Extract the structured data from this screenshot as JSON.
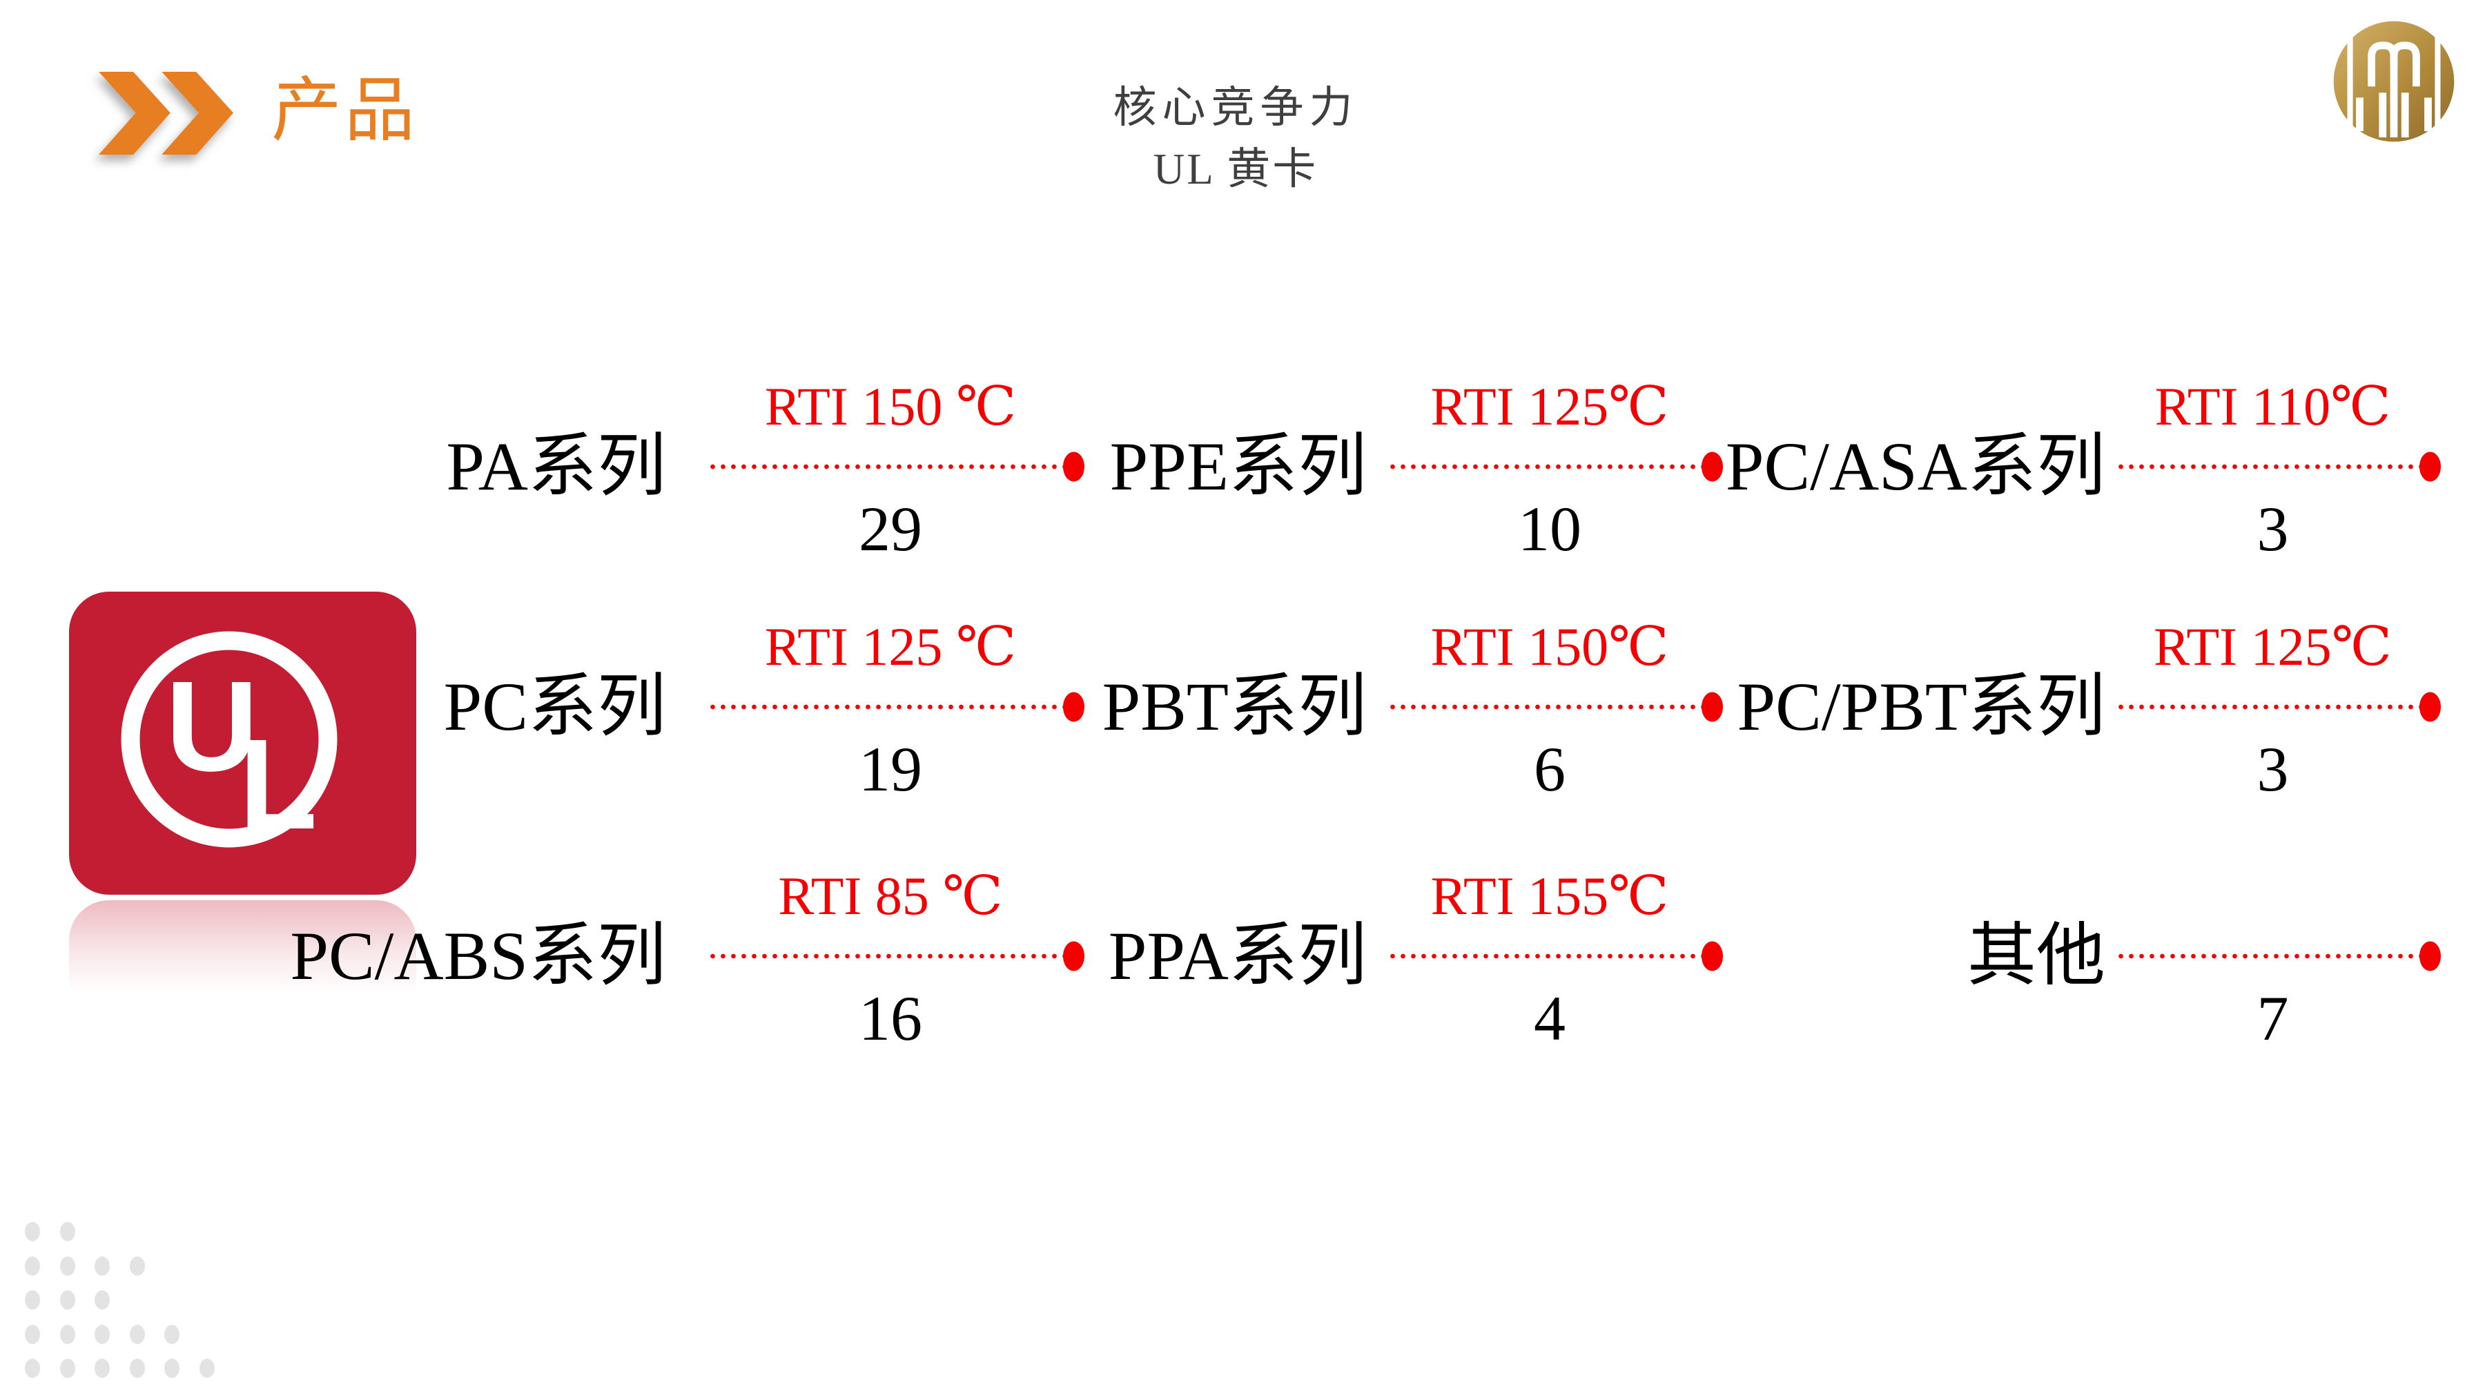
{
  "header": {
    "title": "产品",
    "subtitle_line1": "核心竞争力",
    "subtitle_line2": "UL  黄卡"
  },
  "ul_badge": {
    "letter_u": "U",
    "letter_l": "L"
  },
  "grid": {
    "items": [
      {
        "label": "PA系列",
        "rti": "RTI 150 ℃",
        "count": "29"
      },
      {
        "label": "PPE系列",
        "rti": "RTI 125℃",
        "count": "10"
      },
      {
        "label": "PC/ASA系列",
        "rti": "RTI 110℃",
        "count": "3"
      },
      {
        "label": "PC系列",
        "rti": "RTI 125 ℃",
        "count": "19"
      },
      {
        "label": "PBT系列",
        "rti": "RTI 150℃",
        "count": "6"
      },
      {
        "label": "PC/PBT系列",
        "rti": "RTI 125℃",
        "count": "3"
      },
      {
        "label": "PC/ABS系列",
        "rti": "RTI 85 ℃",
        "count": "16"
      },
      {
        "label": "PPA系列",
        "rti": "RTI 155℃",
        "count": "4"
      },
      {
        "label": "其他",
        "rti": "",
        "count": "7"
      }
    ]
  },
  "colors": {
    "accent_orange": "#E87E22",
    "accent_red": "#F50000",
    "ul_card_red": "#C21D33",
    "subtitle_gray": "#3F3F3F",
    "gold": "#B18A3C",
    "dot_gray": "#E3E3E3"
  },
  "decor": {
    "dot_rows": [
      2,
      4,
      3,
      5,
      6
    ]
  }
}
